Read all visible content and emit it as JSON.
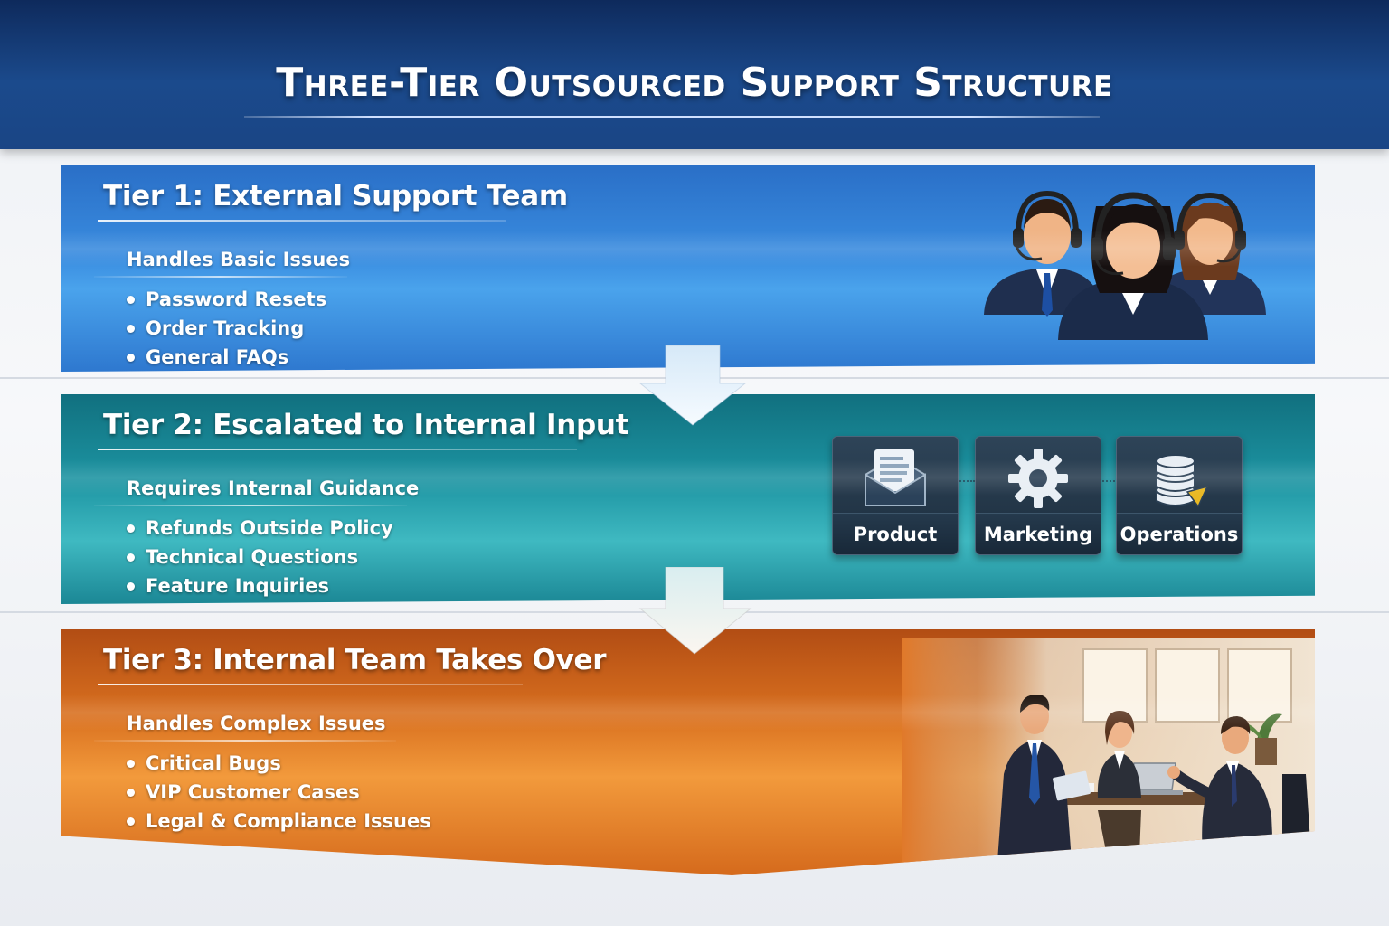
{
  "header": {
    "title": "Three-Tier Outsourced Support Structure"
  },
  "tiers": [
    {
      "title": "Tier 1: External Support Team",
      "subtitle": "Handles Basic Issues",
      "items": [
        "Password Resets",
        "Order Tracking",
        "General FAQs"
      ],
      "color": "#2f7ed6",
      "illustration": "support-agents-headsets"
    },
    {
      "title": "Tier 2: Escalated to Internal Input",
      "subtitle": "Requires Internal Guidance",
      "items": [
        "Refunds Outside Policy",
        "Technical Questions",
        "Feature Inquiries"
      ],
      "color": "#1c93a1",
      "departments": [
        {
          "label": "Product",
          "icon": "document-envelope-icon"
        },
        {
          "label": "Marketing",
          "icon": "gear-icon"
        },
        {
          "label": "Operations",
          "icon": "database-icon"
        }
      ]
    },
    {
      "title": "Tier 3: Internal Team Takes Over",
      "subtitle": "Handles Complex Issues",
      "items": [
        "Critical Bugs",
        "VIP Customer Cases",
        "Legal & Compliance Issues"
      ],
      "color": "#e0792a",
      "illustration": "office-meeting"
    }
  ]
}
